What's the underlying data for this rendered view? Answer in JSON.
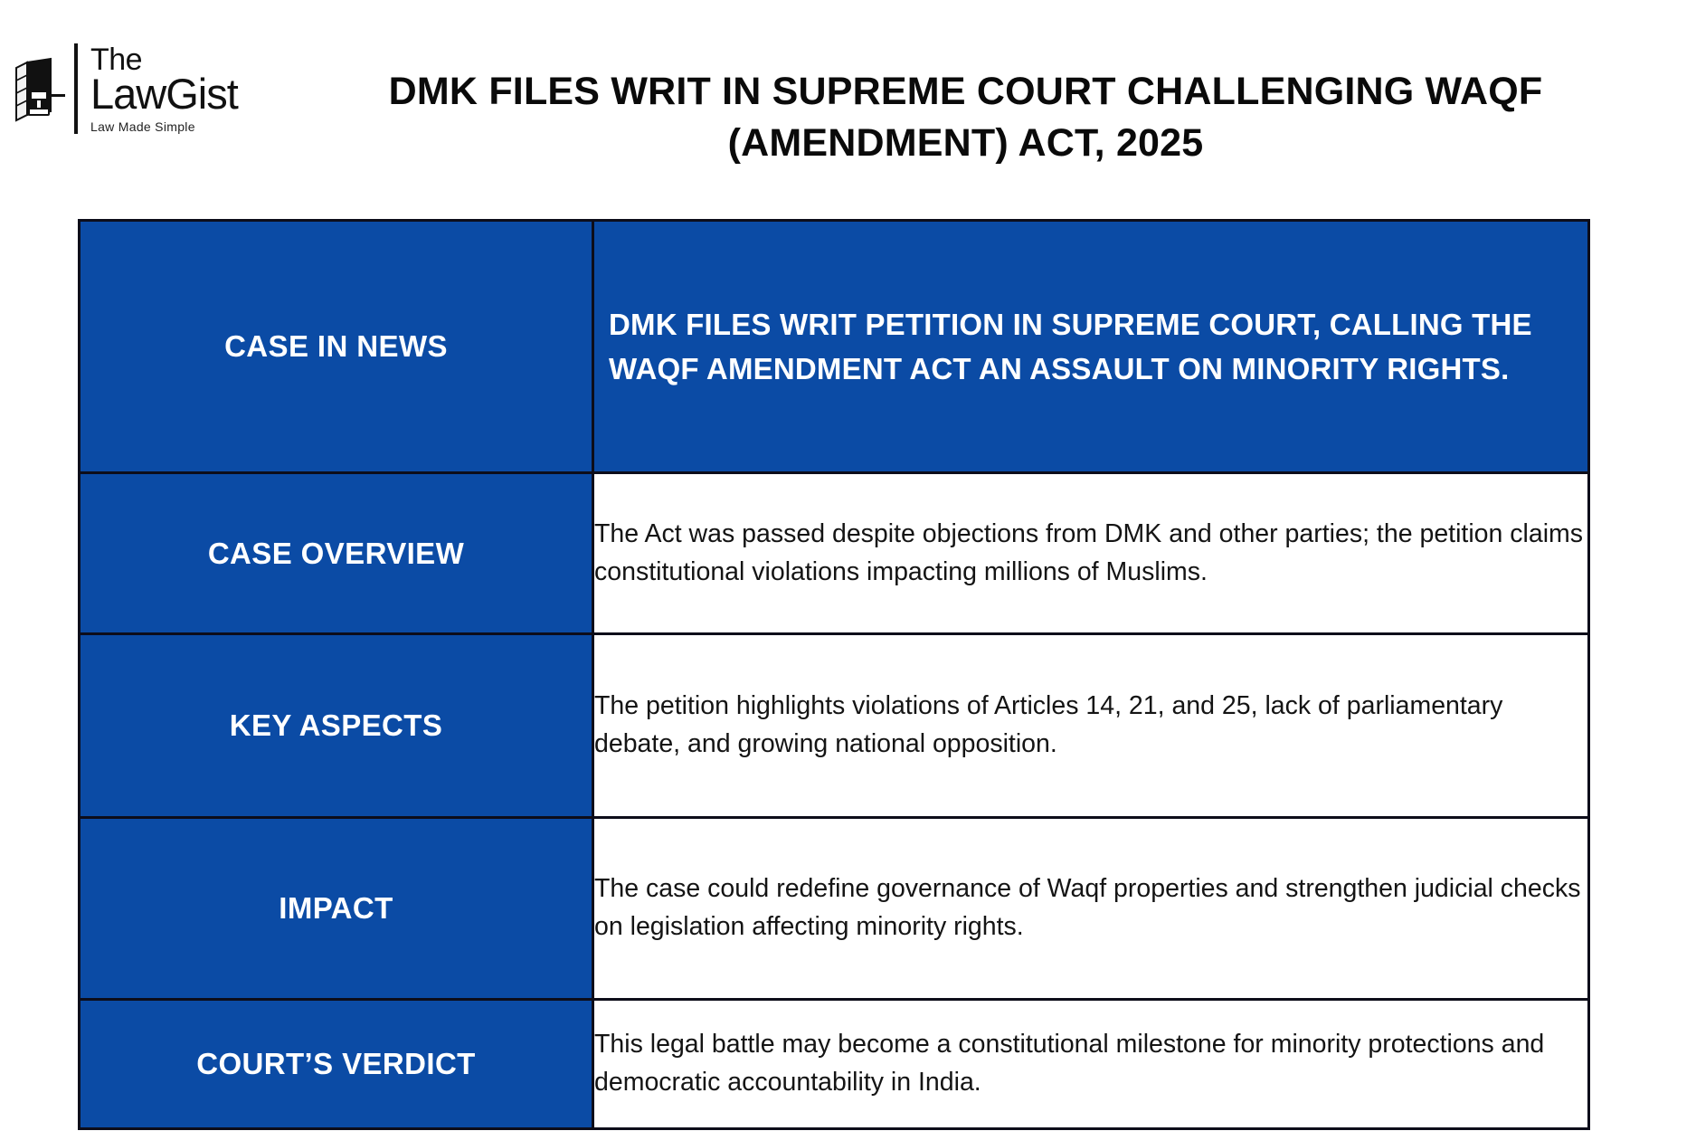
{
  "brand": {
    "name_line1": "The",
    "name_line2": "LawGist",
    "tagline": "Law Made Simple",
    "logo_icon": "law-book-gavel-icon"
  },
  "header": {
    "title": "DMK FILES WRIT IN SUPREME COURT CHALLENGING WAQF (AMENDMENT) ACT, 2025"
  },
  "colors": {
    "brand_blue": "#0B4BA5",
    "border": "#0d0d1a",
    "text_dark": "#141414",
    "text_light": "#ffffff"
  },
  "table": {
    "rows": [
      {
        "label": "CASE IN NEWS",
        "value": "DMK FILES WRIT PETITION IN SUPREME COURT, CALLING THE WAQF AMENDMENT ACT AN ASSAULT ON MINORITY RIGHTS.",
        "highlight": true
      },
      {
        "label": "CASE OVERVIEW",
        "value": "The Act was passed despite objections from DMK and other parties; the petition claims constitutional violations impacting millions of Muslims.",
        "highlight": false
      },
      {
        "label": "KEY ASPECTS",
        "value": "The petition highlights violations of Articles 14, 21, and 25, lack of parliamentary debate, and growing national opposition.",
        "highlight": false
      },
      {
        "label": "IMPACT",
        "value": "The case could redefine governance of Waqf properties and strengthen judicial checks on legislation affecting minority rights.",
        "highlight": false
      },
      {
        "label": "COURT’S VERDICT",
        "value": "This legal battle may become a constitutional milestone for minority protections and democratic accountability in India.",
        "highlight": false
      }
    ]
  }
}
